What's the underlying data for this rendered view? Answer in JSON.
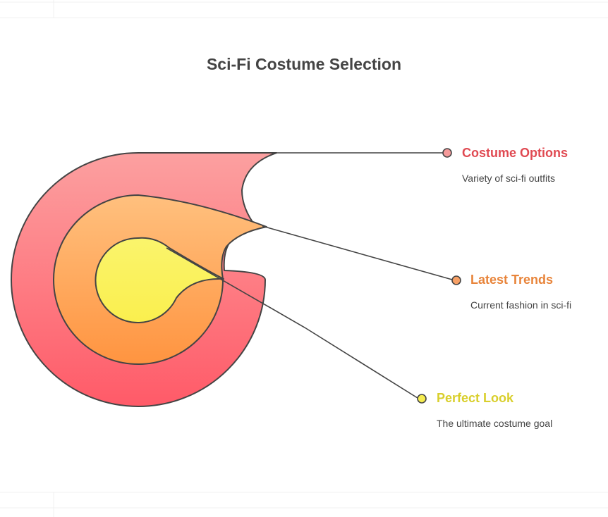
{
  "title": "Sci-Fi Costume Selection",
  "items": [
    {
      "label": "Costume Options",
      "description": "Variety of sci-fi outfits",
      "color": "#E04A52",
      "dot": "#F59A9A"
    },
    {
      "label": "Latest Trends",
      "description": "Current fashion in sci-fi",
      "color": "#E8843A",
      "dot": "#F7A066"
    },
    {
      "label": "Perfect Look",
      "description": "The ultimate costume goal",
      "color": "#D9CF2C",
      "dot": "#F5EC50"
    }
  ]
}
